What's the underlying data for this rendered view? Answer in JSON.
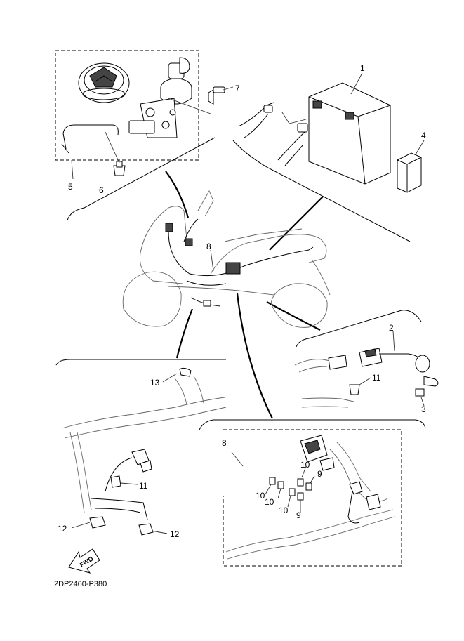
{
  "diagram": {
    "part_code": "2DP2460-P380",
    "direction_label": "FWD",
    "callouts": [
      {
        "label": "1"
      },
      {
        "label": "2"
      },
      {
        "label": "3"
      },
      {
        "label": "4"
      },
      {
        "label": "5"
      },
      {
        "label": "6"
      },
      {
        "label": "7"
      },
      {
        "label": "8"
      },
      {
        "label": "8"
      },
      {
        "label": "9"
      },
      {
        "label": "9"
      },
      {
        "label": "10"
      },
      {
        "label": "10"
      },
      {
        "label": "10"
      },
      {
        "label": "10"
      },
      {
        "label": "11"
      },
      {
        "label": "11"
      },
      {
        "label": "12"
      },
      {
        "label": "12"
      },
      {
        "label": "13"
      }
    ]
  }
}
